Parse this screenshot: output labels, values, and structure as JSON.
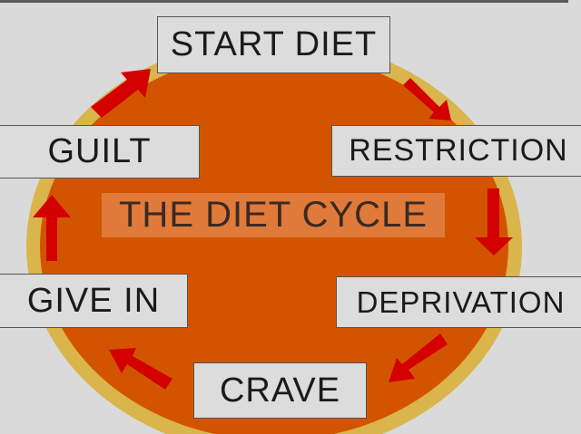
{
  "title": "THE DIET CYCLE",
  "steps": {
    "start_diet": "START DIET",
    "restriction": "RESTRICTION",
    "deprivation": "DEPRIVATION",
    "crave": "CRAVE",
    "give_in": "GIVE IN",
    "guilt": "GUILT"
  },
  "colors": {
    "ring": "#d9b54c",
    "disc": "#d35400",
    "arrow": "#d40000",
    "box": "#dcdcdc"
  }
}
